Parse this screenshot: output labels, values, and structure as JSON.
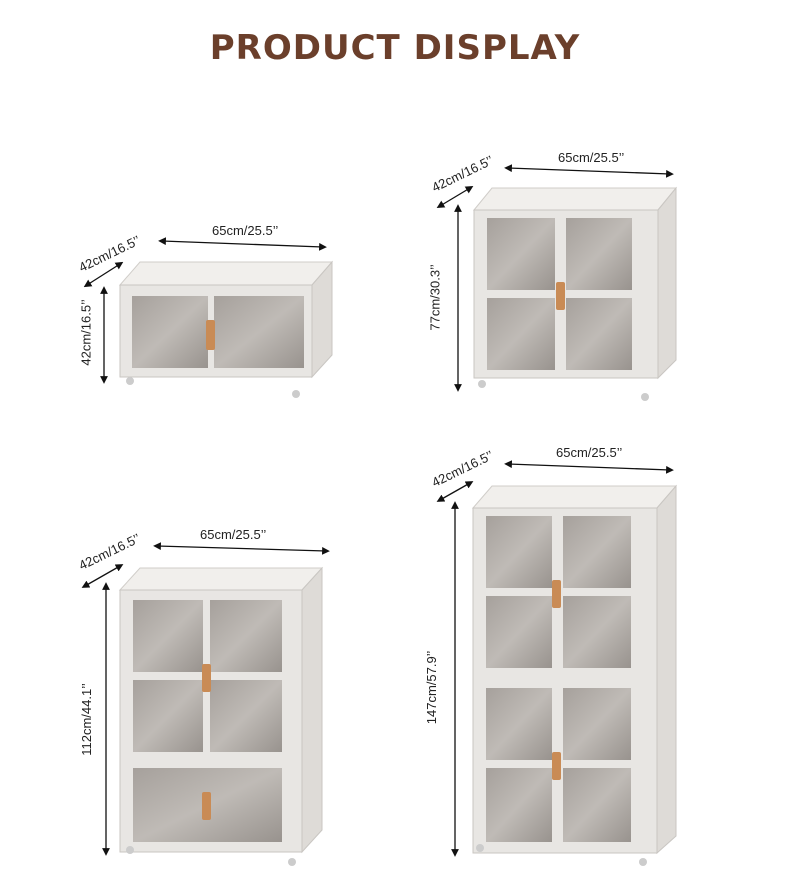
{
  "title": "PRODUCT DISPLAY",
  "units": {
    "small": {
      "depth": "42cm/16.5’’",
      "width": "65cm/25.5’’",
      "height": "42cm/16.5’’"
    },
    "medium": {
      "depth": "42cm/16.5’’",
      "width": "65cm/25.5’’",
      "height": "77cm/30.3’’"
    },
    "large": {
      "depth": "42cm/16.5’’",
      "width": "65cm/25.5’’",
      "height": "112cm/44.1’’"
    },
    "xlarge": {
      "depth": "42cm/16.5’’",
      "width": "65cm/25.5’’",
      "height": "147cm/57.9’’"
    }
  },
  "colors": {
    "title": "#6b3f2b",
    "frame": "#e7e5e2",
    "glass": "#8d8782",
    "handle": "#c98b55"
  }
}
